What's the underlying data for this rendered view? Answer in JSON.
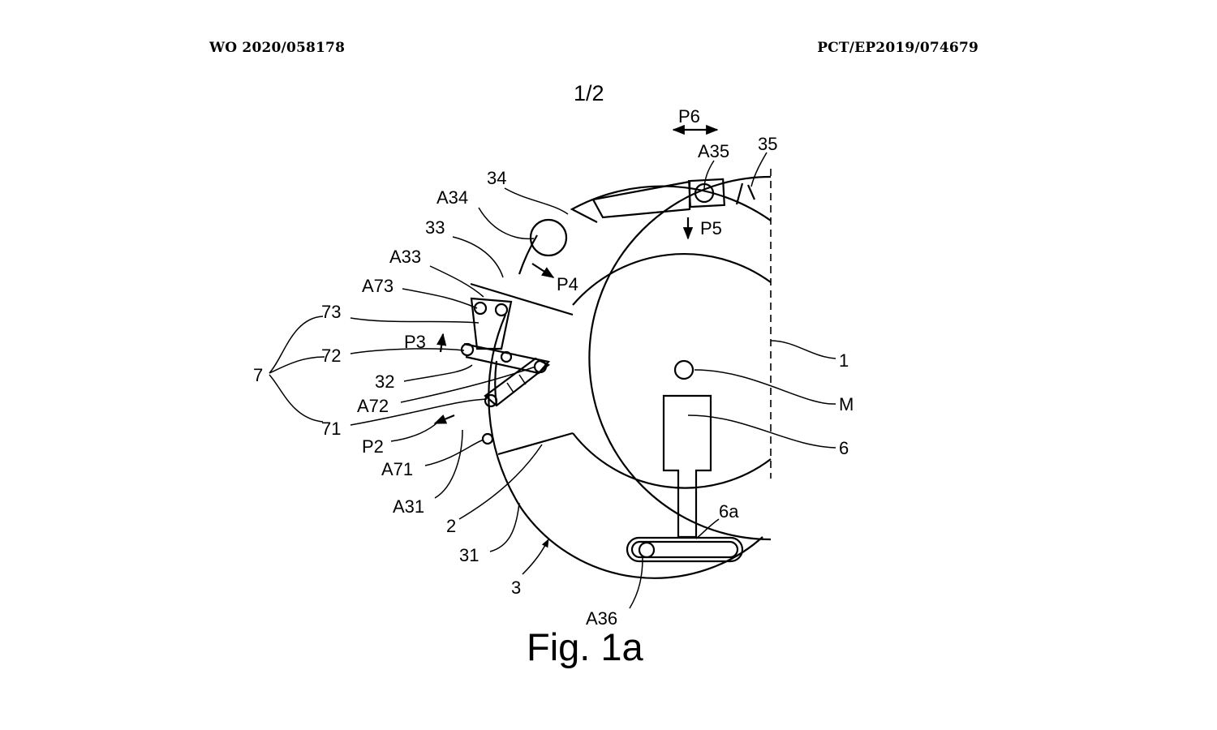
{
  "header": {
    "left": "WO 2020/058178",
    "right": "PCT/EP2019/074679"
  },
  "sheet_number": "1/2",
  "figure_caption": "Fig. 1a",
  "labels": {
    "P6": "P6",
    "A35": "A35",
    "n35": "35",
    "n34": "34",
    "A34": "A34",
    "P5": "P5",
    "n33": "33",
    "A33": "A33",
    "P4": "P4",
    "A73": "A73",
    "n73": "73",
    "P3": "P3",
    "n7": "7",
    "n72": "72",
    "n32": "32",
    "A72": "A72",
    "n71": "71",
    "P2": "P2",
    "A71": "A71",
    "A31": "A31",
    "n2": "2",
    "n31": "31",
    "n3": "3",
    "A36": "A36",
    "n6a": "6a",
    "n1": "1",
    "M": "M",
    "n6": "6"
  }
}
